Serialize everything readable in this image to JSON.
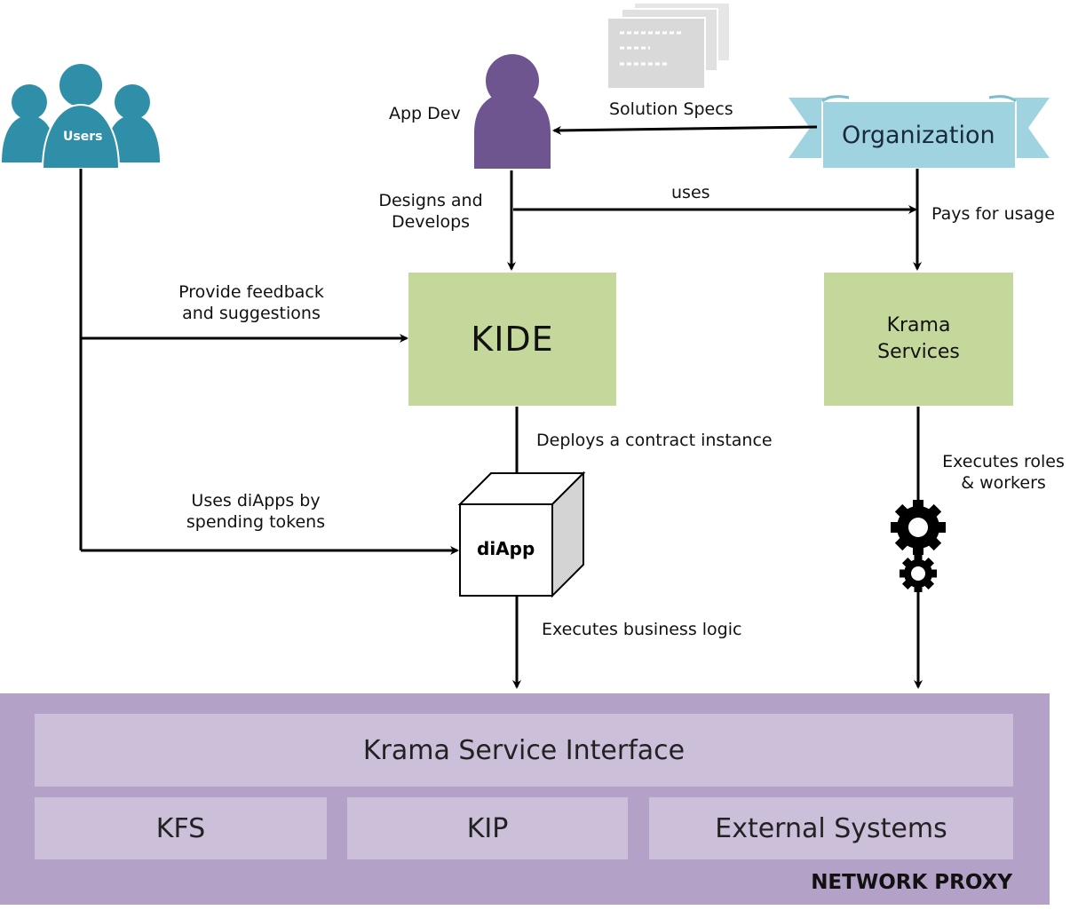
{
  "actors": {
    "users": "Users",
    "app_dev": "App Dev",
    "organization": "Organization"
  },
  "edges": {
    "solution_specs": "Solution Specs",
    "designs_develops": "Designs and\nDevelops",
    "uses": "uses",
    "pays_for_usage": "Pays for usage",
    "provide_feedback": "Provide feedback\nand suggestions",
    "deploys_contract": "Deploys a contract instance",
    "uses_diapps": "Uses diApps by\nspending tokens",
    "executes_roles": "Executes roles\n& workers",
    "executes_logic": "Executes business logic"
  },
  "nodes": {
    "kide": "KIDE",
    "krama_services": "Krama\nServices",
    "diapp": "diApp"
  },
  "network_proxy": {
    "title": "NETWORK PROXY",
    "service_interface": "Krama Service Interface",
    "kfs": "KFS",
    "kip": "KIP",
    "external_systems": "External Systems"
  },
  "colors": {
    "green": "#c5d89c",
    "proxy": "#b3a1c7",
    "proxy_inner": "#cbbfda",
    "users": "#2f8fa8",
    "app_dev": "#6e5590",
    "organization": "#9fd3e0"
  },
  "icons": [
    "users-icon",
    "app-dev-icon",
    "document-stack-icon",
    "banner-icon",
    "cube-icon",
    "gear-icon"
  ]
}
